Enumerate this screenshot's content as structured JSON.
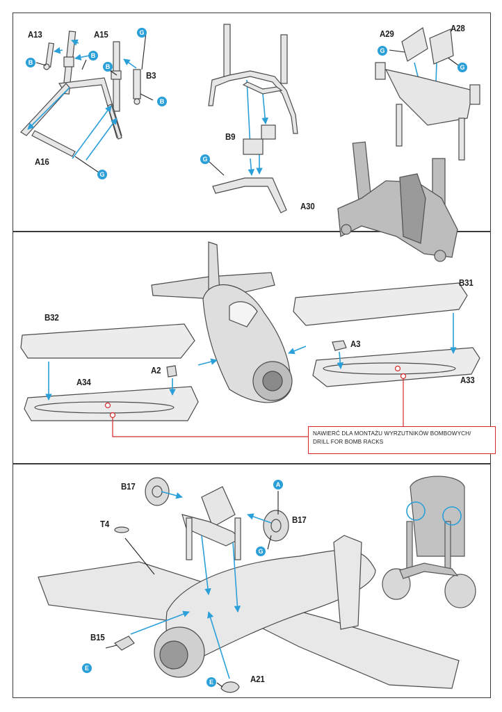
{
  "colors": {
    "arrow": "#2a9fd8",
    "badge": "#2a9fd8",
    "drill_marker": "#d22a2a",
    "part_fill": "#e3e3e3",
    "part_stroke": "#4a4a4a",
    "frame": "#3a3a3a"
  },
  "panel1": {
    "labels": {
      "a13": "A13",
      "a15": "A15",
      "b3": "B3",
      "a16": "A16",
      "b9": "B9",
      "a30": "A30",
      "a29": "A29",
      "a28": "A28"
    },
    "badges": [
      "B",
      "B",
      "G",
      "B",
      "B",
      "G",
      "G",
      "G",
      "G"
    ]
  },
  "panel2": {
    "labels": {
      "b31": "B31",
      "b32": "B32",
      "a3": "A3",
      "a2": "A2",
      "a34": "A34",
      "a33": "A33"
    },
    "note": {
      "line1": "NAWIERĆ DLA MONTAŻU WYRZUTNIKÓW BOMBOWYCH/",
      "line2": "DRILL FOR BOMB RACKS"
    }
  },
  "panel3": {
    "labels": {
      "b17_left": "B17",
      "b17_right": "B17",
      "t4": "T4",
      "b15": "B15",
      "a21": "A21"
    },
    "badges": [
      "A",
      "G",
      "E",
      "E"
    ]
  }
}
